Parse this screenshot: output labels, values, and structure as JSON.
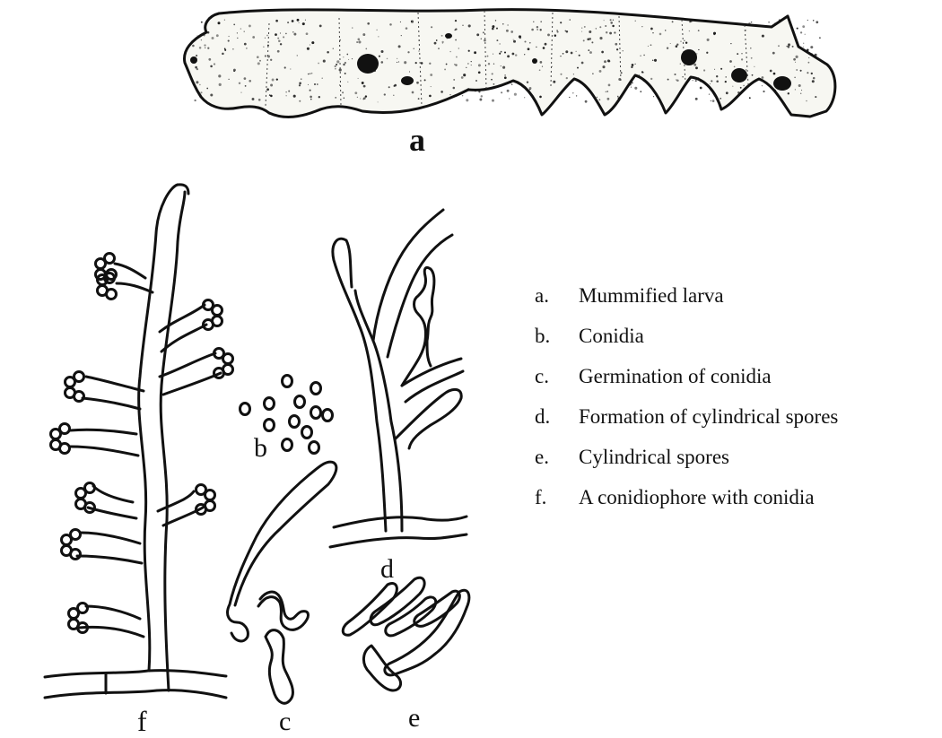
{
  "figure": {
    "panel_letters": {
      "a": "a",
      "b": "b",
      "c": "c",
      "d": "d",
      "e": "e",
      "f": "f"
    },
    "legend": [
      {
        "key": "a.",
        "text": "Mummified larva"
      },
      {
        "key": "b.",
        "text": "Conidia"
      },
      {
        "key": "c.",
        "text": "Germination of conidia"
      },
      {
        "key": "d.",
        "text": "Formation of cylindrical spores"
      },
      {
        "key": "e.",
        "text": "Cylindrical spores"
      },
      {
        "key": "f.",
        "text": "A conidiophore with conidia"
      }
    ],
    "colors": {
      "ink": "#111111",
      "background": "#ffffff",
      "larva_fill": "#f7f7f2"
    }
  }
}
